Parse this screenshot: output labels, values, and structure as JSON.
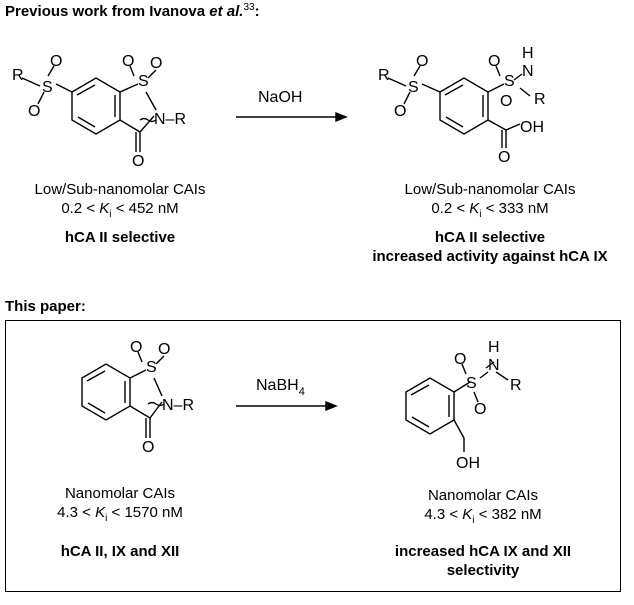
{
  "previous": {
    "header_main": "Previous work from Ivanova ",
    "header_etal": "et al.",
    "header_ref": "33",
    "header_colon": ":",
    "reagent": "NaOH",
    "left": {
      "line1": "Low/Sub-nanomolar CAIs",
      "ki_low": "0.2 < ",
      "ki_k": "K",
      "ki_i": "i",
      "ki_high": " < 452 nM",
      "line3": "hCA II selective"
    },
    "right": {
      "line1": "Low/Sub-nanomolar CAIs",
      "ki_low": "0.2 < ",
      "ki_k": "K",
      "ki_i": "i",
      "ki_high": " < 333 nM",
      "line3": "hCA II selective",
      "line4": "increased activity against hCA IX"
    }
  },
  "this_paper": {
    "header": "This paper:",
    "reagent_main": "NaBH",
    "reagent_sub": "4",
    "left": {
      "line1": "Nanomolar CAIs",
      "ki_low": "4.3 < ",
      "ki_k": "K",
      "ki_i": "i",
      "ki_high": " < 1570 nM",
      "line3": "hCA II, IX and XII"
    },
    "right": {
      "line1": "Nanomolar CAIs",
      "ki_low": "4.3 < ",
      "ki_k": "K",
      "ki_i": "i",
      "ki_high": " < 382 nM",
      "line3": "increased hCA IX and XII",
      "line4": "selectivity"
    }
  },
  "atoms": {
    "R": "R",
    "S": "S",
    "O": "O",
    "N": "N",
    "H": "H",
    "OH": "OH",
    "N_R": "N–R"
  }
}
